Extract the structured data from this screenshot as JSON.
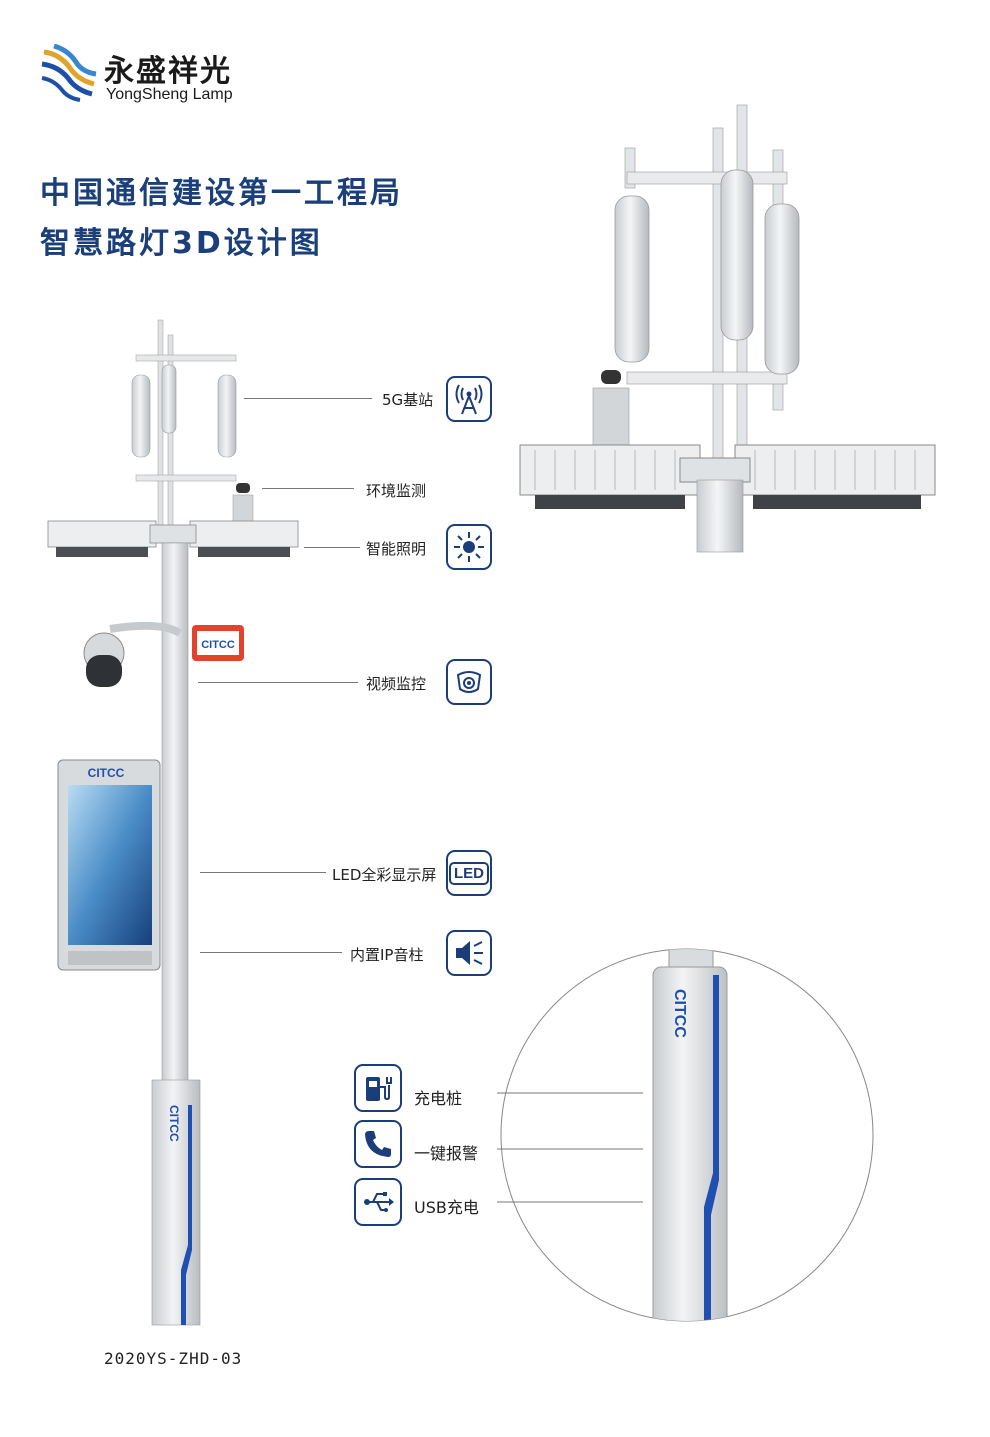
{
  "brand": {
    "name_cn": "永盛祥光",
    "name_en": "YongSheng Lamp"
  },
  "title": {
    "line1": "中国通信建设第一工程局",
    "line2": "智慧路灯3D设计图"
  },
  "features": [
    {
      "label": "5G基站",
      "icon": "5g-antenna-icon"
    },
    {
      "label": "环境监测",
      "icon": ""
    },
    {
      "label": "智能照明",
      "icon": "sun-light-icon"
    },
    {
      "label": "视频监控",
      "icon": "camera-icon"
    },
    {
      "label": "LED全彩显示屏",
      "icon": "led-icon",
      "icon_text": "LED"
    },
    {
      "label": "内置IP音柱",
      "icon": "speaker-icon"
    }
  ],
  "base_features": [
    {
      "label": "充电桩",
      "icon": "charging-station-icon"
    },
    {
      "label": "一键报警",
      "icon": "phone-icon"
    },
    {
      "label": "USB充电",
      "icon": "usb-icon"
    }
  ],
  "pole_brand": "CITCC",
  "model_code": "2020YS-ZHD-03",
  "colors": {
    "title_blue": "#1a3f7a",
    "accent_blue": "#1f4fb0",
    "pole_gray": "#e4e6e8",
    "logo_blue": "#1d4fa8",
    "logo_gold": "#e0a42a"
  }
}
